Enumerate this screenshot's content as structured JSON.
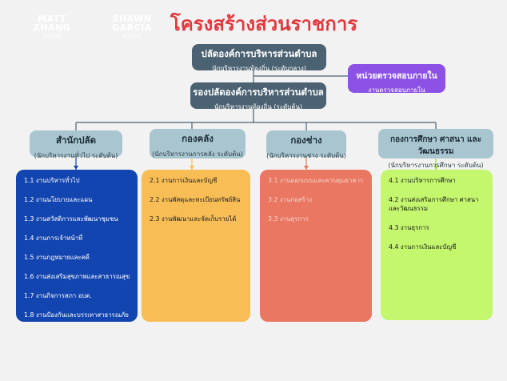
{
  "faint_names": [
    {
      "name": "MATT ZHANG",
      "role": "INTERN"
    },
    {
      "name": "SHAWN GARCIA",
      "role": "INTERN"
    }
  ],
  "title": "โครงสร้างส่วนราชการ",
  "top": {
    "title": "ปลัดองค์การบริหารส่วนตำบล",
    "subtitle": "นักบริหารงานท้องถิ่น (ระดับกลาง)"
  },
  "deputy": {
    "title": "รองปลัดองค์การบริหารส่วนตำบล",
    "subtitle": "นักบริหารงานท้องถิ่น (ระดับต้น)"
  },
  "audit": {
    "title": "หน่วยตรวจสอบภายใน",
    "subtitle": "งานตรวจสอบภายใน"
  },
  "divisions": [
    {
      "title": "สำนักปลัด",
      "subtitle": "(นักบริหารงานทั่วไป ระดับต้น)",
      "items": [
        "1.1 งานบริหารทั่วไป",
        "1.2 งานนโยบายและแผน",
        "1.3 งานสวัสดิการและพัฒนาชุมชน",
        "1.4 งานการเจ้าหน้าที่",
        "1.5 งานกฎหมายและคดี",
        "1.6 งานส่งเสริมสุขภาพและสาธารณสุข",
        "1.7 งานกิจการสภา อบต.",
        "1.8 งานป้องกันและบรรเทาสาธารณภัย"
      ]
    },
    {
      "title": "กองคลัง",
      "subtitle": "(นักบริหารงานการคลัง ระดับต้น)",
      "items": [
        "2.1 งานการเงินและบัญชี",
        "2.2 งานพัสดุและทะเบียนทรัพย์สิน",
        "2.3 งานพัฒนาและจัดเก็บรายได้"
      ]
    },
    {
      "title": "กองช่าง",
      "subtitle": "(นักบริหารงานช่าง ระดับต้น)",
      "items": [
        "3.1 งานออกแบบและควบคุมอาคาร",
        "3.2 งานก่อสร้าง",
        "3.3 งานธุรการ"
      ]
    },
    {
      "title": "กองการศึกษา ศาสนา และวัฒนธรรม",
      "subtitle": "(นักบริหารงานการศึกษา ระดับต้น)",
      "items": [
        "4.1 งานบริหารการศึกษา",
        "4.2 งานส่งเสริมการศึกษา ศาสนา และวัฒนธรรม",
        "4.3 งานธุรการ",
        "4.4 งานการเงินและบัญชี"
      ]
    }
  ],
  "colors": {
    "blue": "#1345b0",
    "yellow": "#f8be55",
    "orange": "#e97761",
    "green": "#c4f76d",
    "title": "#e0383e",
    "dark": "#4b6272",
    "head": "#a9c6d0",
    "purple": "#8c52e6"
  }
}
